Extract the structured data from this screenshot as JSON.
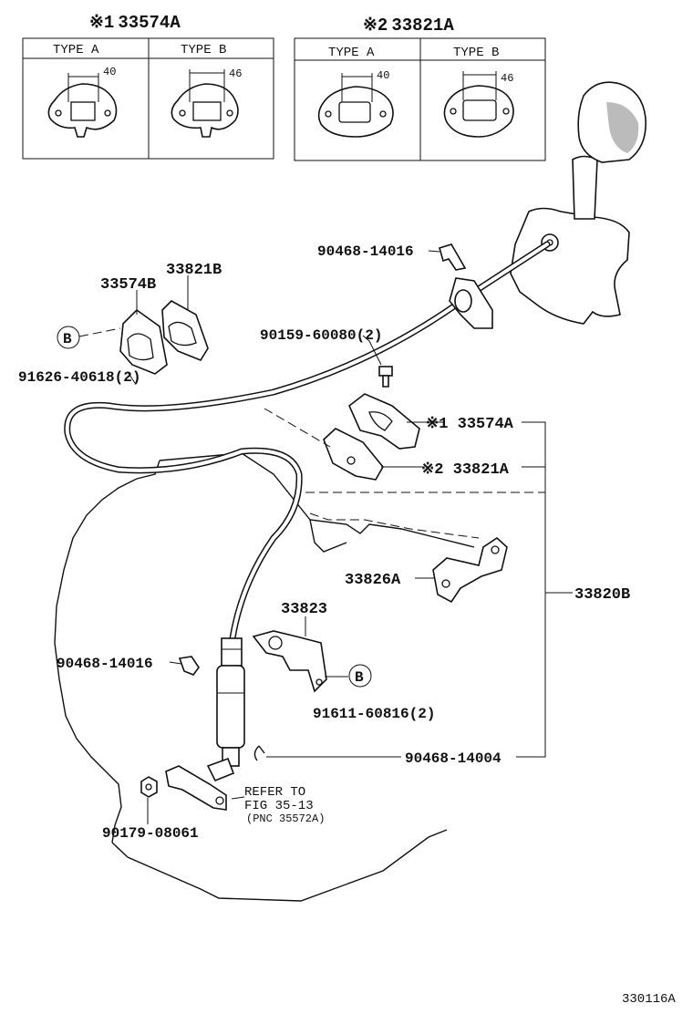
{
  "variants": {
    "group1": {
      "marker": "※1",
      "part_no": "33574A",
      "type_a": "TYPE A",
      "type_b": "TYPE B",
      "dim_a": "40",
      "dim_b": "46"
    },
    "group2": {
      "marker": "※2",
      "part_no": "33821A",
      "type_a": "TYPE A",
      "type_b": "TYPE B",
      "dim_a": "40",
      "dim_b": "46"
    }
  },
  "callouts": {
    "p90468_14016_top": "90468-14016",
    "p33821B": "33821B",
    "p33574B": "33574B",
    "circle_b_left": "B",
    "p90159_60080": "90159-60080(2)",
    "p91626_40618": "91626-40618(2)",
    "p33574A": "※1 33574A",
    "p33821A": "※2 33821A",
    "p33826A": "33826A",
    "p33820B": "33820B",
    "p33823": "33823",
    "p90468_14016_mid": "90468-14016",
    "circle_b_right": "B",
    "p91611_60816": "91611-60816(2)",
    "p90468_14004": "90468-14004",
    "p90179_08061": "90179-08061"
  },
  "reference": {
    "line1": "REFER TO",
    "line2": "FIG 35-13",
    "line3": "(PNC 35572A)"
  },
  "illustration_code": "330116A",
  "colors": {
    "ink": "#111111",
    "paper": "#ffffff"
  }
}
